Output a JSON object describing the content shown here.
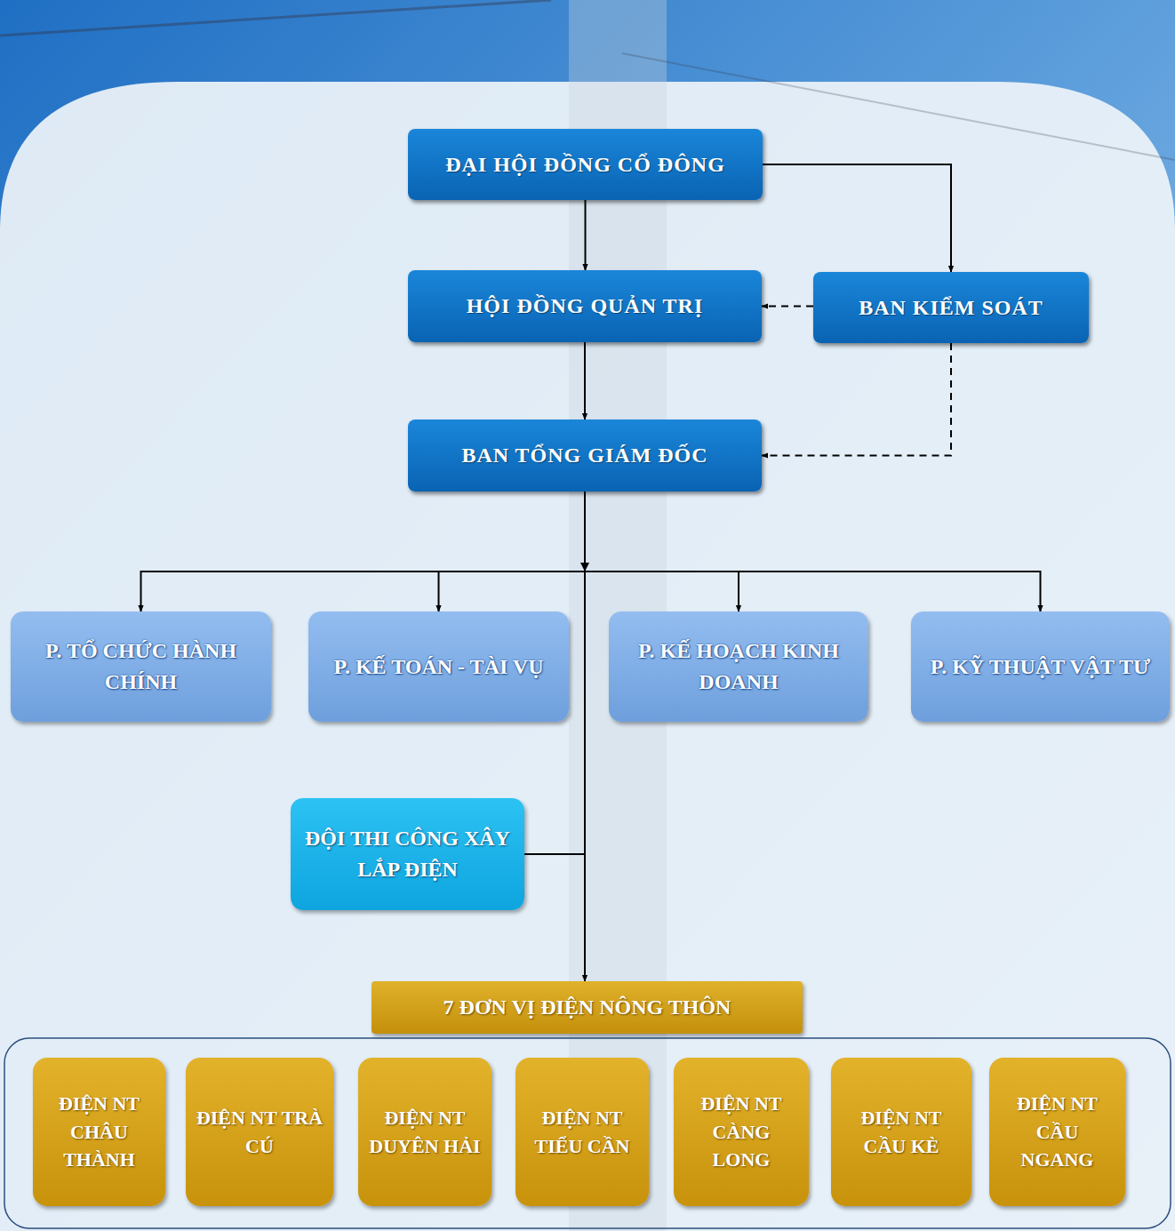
{
  "diagram": {
    "nodes": [
      {
        "text": [
          "ĐẠI HỘI ĐỒNG CỔ ĐÔNG"
        ]
      },
      {
        "text": [
          "HỘI ĐỒNG QUẢN TRỊ"
        ]
      },
      {
        "text": [
          "BAN KIỂM SOÁT"
        ]
      },
      {
        "text": [
          "BAN TỔNG GIÁM ĐỐC"
        ]
      },
      {
        "text": [
          "P. TỔ CHỨC HÀNH CHÍNH"
        ]
      },
      {
        "text": [
          "P. KẾ TOÁN - TÀI VỤ"
        ]
      },
      {
        "text": [
          "P. KẾ HOẠCH KINH DOANH"
        ]
      },
      {
        "text": [
          "P. KỸ THUẬT VẬT TƯ"
        ]
      },
      {
        "text": [
          "ĐỘI THI CÔNG XÂY LẮP ĐIỆN"
        ]
      },
      {
        "text": [
          "7 ĐƠN VỊ ĐIỆN NÔNG THÔN"
        ]
      },
      {
        "text": [
          "ĐIỆN NT CHÂU THÀNH"
        ]
      },
      {
        "text": [
          "ĐIỆN NT TRÀ CÚ"
        ]
      },
      {
        "text": [
          "ĐIỆN NT DUYÊN HẢI"
        ]
      },
      {
        "text": [
          "ĐIỆN NT TIỂU CẦN"
        ]
      },
      {
        "text": [
          "ĐIỆN NT CÀNG LONG"
        ]
      },
      {
        "text": [
          "ĐIỆN NT CẦU KÈ"
        ]
      },
      {
        "text": [
          "ĐIỆN NT CẦU NGANG"
        ]
      }
    ],
    "edges": [
      {
        "from": 0,
        "to": 1,
        "arrow": "to"
      },
      {
        "from": 0,
        "to": 2,
        "arrow": "to"
      },
      {
        "from": 2,
        "to": 1,
        "arrow": "to"
      },
      {
        "from": 1,
        "to": 3,
        "arrow": "to"
      },
      {
        "from": 2,
        "to": 3,
        "arrow": "to"
      },
      {
        "from": 3,
        "to": 4,
        "arrow": "to"
      },
      {
        "from": 3,
        "to": 5,
        "arrow": "to"
      },
      {
        "from": 3,
        "to": 6,
        "arrow": "to"
      },
      {
        "from": 3,
        "to": 7,
        "arrow": "to"
      },
      {
        "from": 3,
        "to": 8,
        "arrow": "none"
      },
      {
        "from": 3,
        "to": 9,
        "arrow": "to"
      }
    ]
  }
}
